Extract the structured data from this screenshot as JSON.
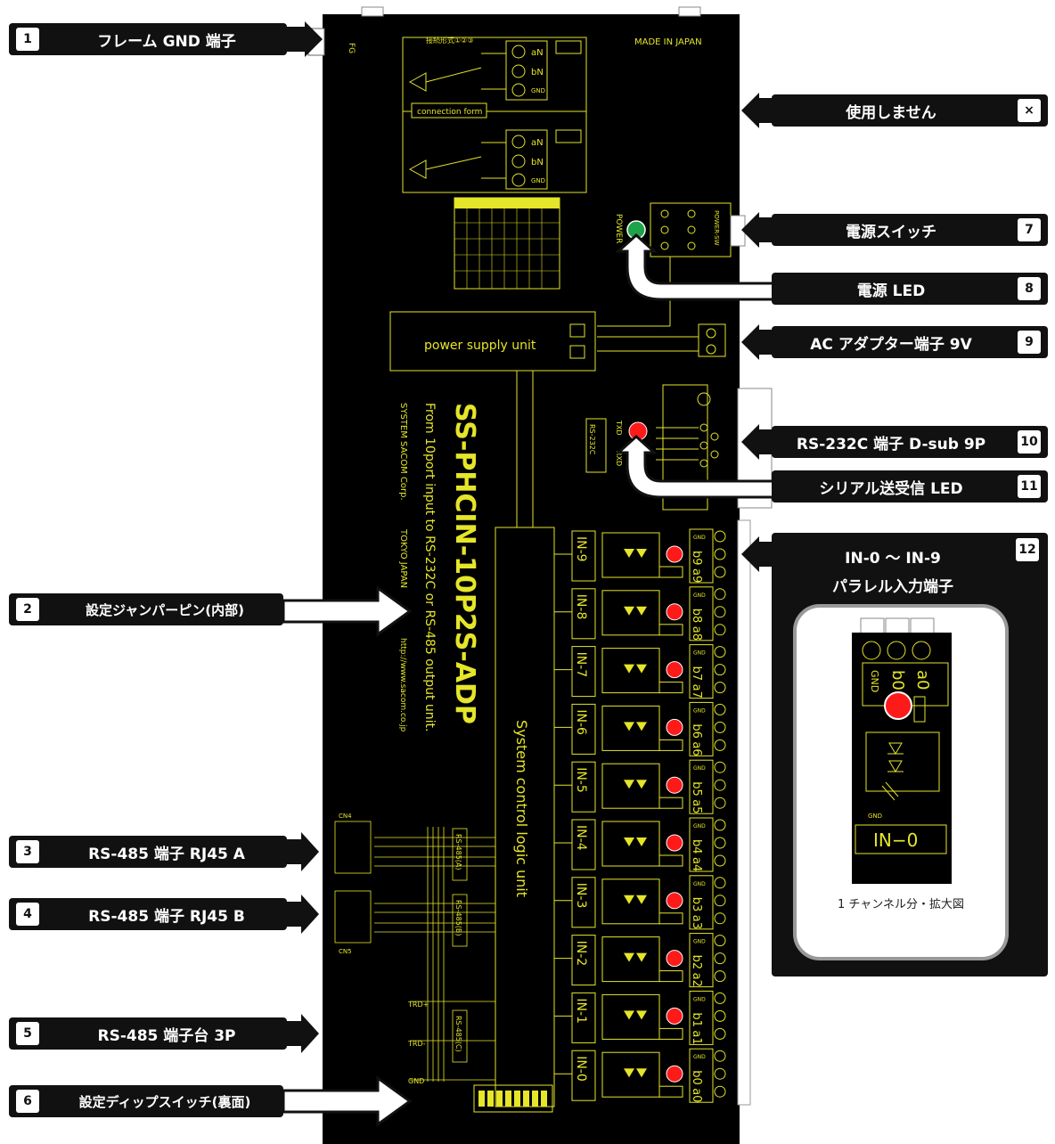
{
  "board": {
    "model": "SS-PHCIN-10P2S-ADP",
    "subtitle": "From 10port input to RS-232C or RS-485 output unit.",
    "maker": "SYSTEM SACOM Corp.",
    "location": "TOKYO JAPAN",
    "url": "http://www.sacom.co.jp",
    "made_in": "MADE IN JAPAN",
    "fg": "FG",
    "connection_form_jp": "接続形式①②③",
    "connection_form": "connection form",
    "power_supply_unit": "power supply unit",
    "system_control_logic_unit": "System control logic unit",
    "power_led_label": "POWER",
    "rs232c_label": "RS-232C",
    "txd": "TXD",
    "rxd": "RXD",
    "rs485a": "RS-485(A)",
    "rs485b": "RS-485(B)",
    "rs485c": "RS-485(C)",
    "cn4": "CN4",
    "cn5": "CN5",
    "power_sw": "POWER-SW",
    "an": "aN",
    "bn": "bN",
    "gnd": "GND",
    "trd_plus": "TRD+",
    "trd_minus": "TRD-",
    "channels": [
      "IN-9",
      "IN-8",
      "IN-7",
      "IN-6",
      "IN-5",
      "IN-4",
      "IN-3",
      "IN-2",
      "IN-1",
      "IN-0"
    ],
    "channel_b": [
      "b9",
      "b8",
      "b7",
      "b6",
      "b5",
      "b4",
      "b3",
      "b2",
      "b1",
      "b0"
    ],
    "channel_a": [
      "a9",
      "a8",
      "a7",
      "a6",
      "a5",
      "a4",
      "a3",
      "a2",
      "a1",
      "a0"
    ]
  },
  "callouts": [
    {
      "num": "1",
      "text": "フレーム GND 端子"
    },
    {
      "num": "2",
      "text": "設定ジャンパーピン(内部)"
    },
    {
      "num": "3",
      "text": "RS-485 端子  RJ45 A"
    },
    {
      "num": "4",
      "text": "RS-485 端子  RJ45 B"
    },
    {
      "num": "5",
      "text": "RS-485  端子台 3P"
    },
    {
      "num": "6",
      "text": "設定ディップスイッチ(裏面)"
    },
    {
      "num": "×",
      "text": "使用しません"
    },
    {
      "num": "7",
      "text": "電源スイッチ"
    },
    {
      "num": "8",
      "text": "電源 LED"
    },
    {
      "num": "9",
      "text": "AC アダプター端子  9V"
    },
    {
      "num": "10",
      "text": "RS-232C 端子  D-sub 9P"
    },
    {
      "num": "11",
      "text": "シリアル送受信 LED"
    },
    {
      "num": "12",
      "text": "IN-0 〜 IN-9",
      "text2": "パラレル入力端子"
    }
  ],
  "zoom": {
    "caption": "1 チャンネル分・拡大図",
    "label": "IN−0",
    "gnd": "GND",
    "b0": "b0",
    "a0": "a0"
  },
  "colors": {
    "board": "#000000",
    "trace": "#e5e52a",
    "led_red": "#ff1a1a",
    "led_green": "#1fa34a",
    "label_bg": "#111111"
  }
}
